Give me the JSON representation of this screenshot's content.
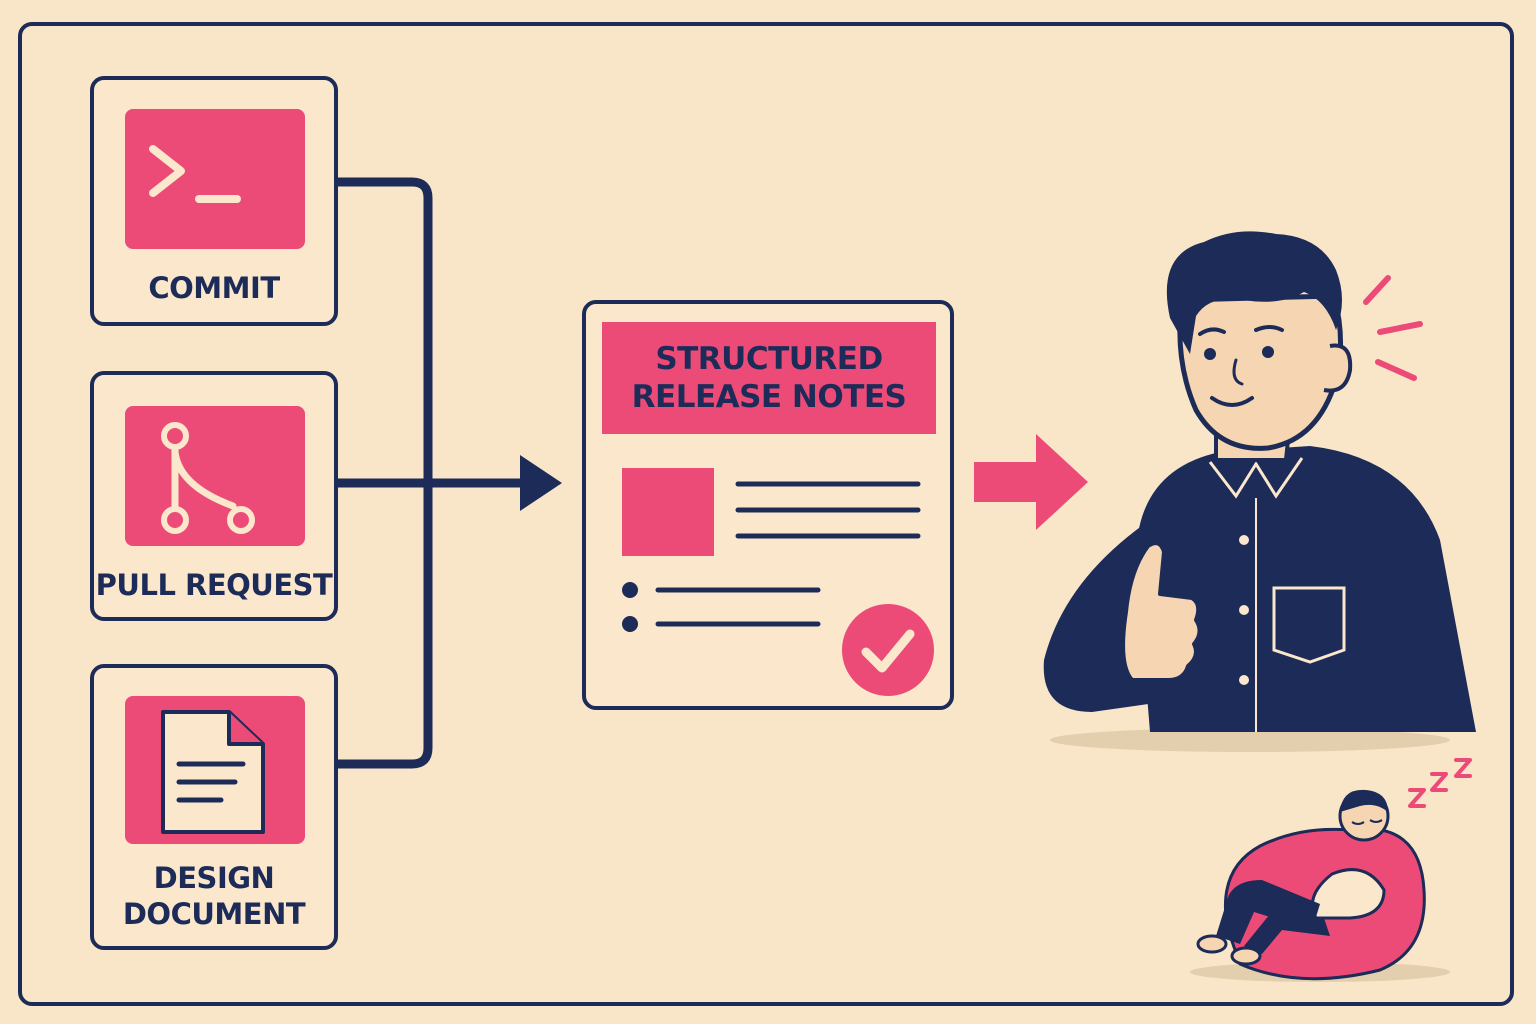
{
  "inputs": [
    {
      "label": "COMMIT",
      "icon": "terminal-icon"
    },
    {
      "label": "PULL REQUEST",
      "icon": "git-branch-icon"
    },
    {
      "label": "DESIGN\nDOCUMENT",
      "icon": "document-icon"
    }
  ],
  "output": {
    "title": "STRUCTURED RELEASE NOTES",
    "icon": "checkmark-icon"
  },
  "colors": {
    "background": "#f9e6c9",
    "navy": "#1c2b57",
    "pink": "#ec4b78",
    "cream": "#fbe8cc"
  }
}
